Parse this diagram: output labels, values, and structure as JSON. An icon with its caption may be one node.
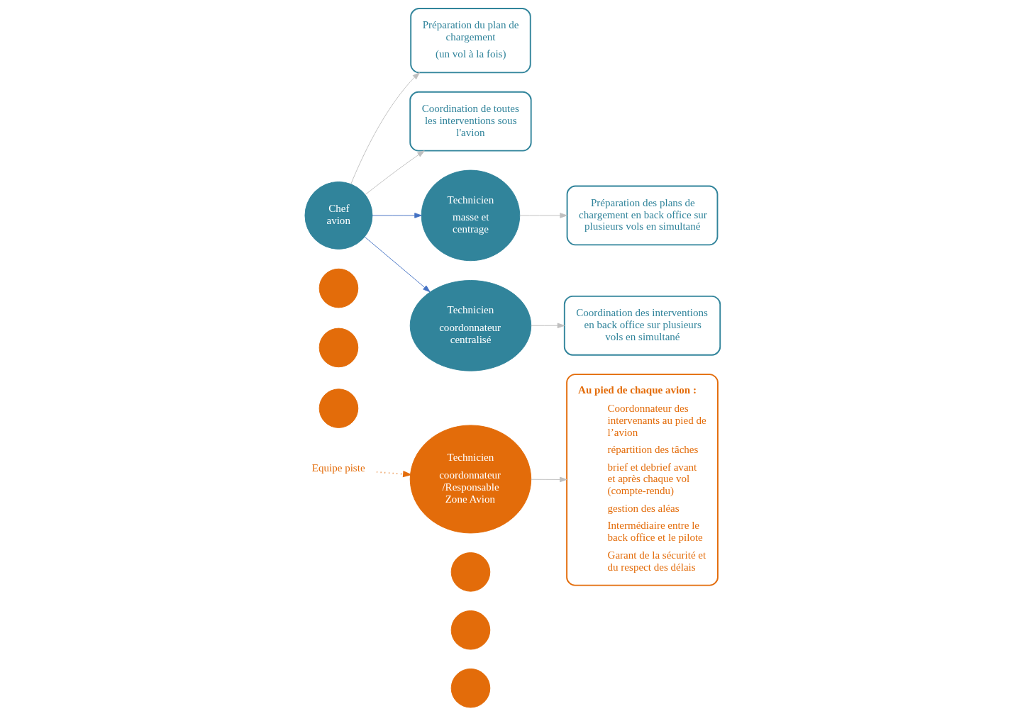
{
  "diagram": {
    "nodes": [
      {
        "text": [
          "Chef avion"
        ]
      },
      {
        "text": [
          "Préparation du plan de chargement",
          "(un vol à la fois)"
        ]
      },
      {
        "text": [
          "Coordination de toutes les interventions sous l'avion"
        ]
      },
      {
        "text": [
          "Technicien",
          "masse et centrage"
        ]
      },
      {
        "text": [
          "Préparation des plans de chargement en back office sur plusieurs vols en simultané"
        ]
      },
      {
        "text": [
          "Technicien",
          "coordonnateur centralisé"
        ]
      },
      {
        "text": [
          "Coordination des interventions en back office sur plusieurs vols en simultané"
        ]
      },
      {
        "text": [
          "Technicien",
          "coordonnateur /Responsable Zone Avion"
        ]
      },
      {
        "text": [
          "Au pied de chaque avion :",
          "Coordonnateur des intervenants au pied de l’avion",
          "répartition des tâches",
          "brief et debrief avant et après chaque vol (compte-rendu)",
          "gestion des aléas",
          "Intermédiaire entre le back office et le pilote",
          "Garant de la sécurité et du respect des délais"
        ]
      },
      {
        "text": [],
        "shape": "circle"
      },
      {
        "text": [],
        "shape": "circle"
      },
      {
        "text": [],
        "shape": "circle"
      },
      {
        "text": [
          "Equipe piste"
        ]
      },
      {
        "text": [],
        "shape": "circle"
      },
      {
        "text": [],
        "shape": "circle"
      },
      {
        "text": [],
        "shape": "circle"
      }
    ],
    "edges": [
      {
        "from": 0,
        "to": 1,
        "arrow": "to",
        "color": "#bfbfbf"
      },
      {
        "from": 0,
        "to": 2,
        "arrow": "to",
        "color": "#bfbfbf"
      },
      {
        "from": 0,
        "to": 3,
        "arrow": "to",
        "color": "#4472c4"
      },
      {
        "from": 0,
        "to": 5,
        "arrow": "to",
        "color": "#4472c4"
      },
      {
        "from": 12,
        "to": 7,
        "arrow": "to",
        "style": "dashed",
        "color": "#e36c0a"
      },
      {
        "from": 3,
        "to": 4,
        "arrow": "to",
        "color": "#bfbfbf"
      },
      {
        "from": 5,
        "to": 6,
        "arrow": "to",
        "color": "#bfbfbf"
      },
      {
        "from": 7,
        "to": 8,
        "arrow": "to",
        "color": "#bfbfbf"
      }
    ]
  }
}
